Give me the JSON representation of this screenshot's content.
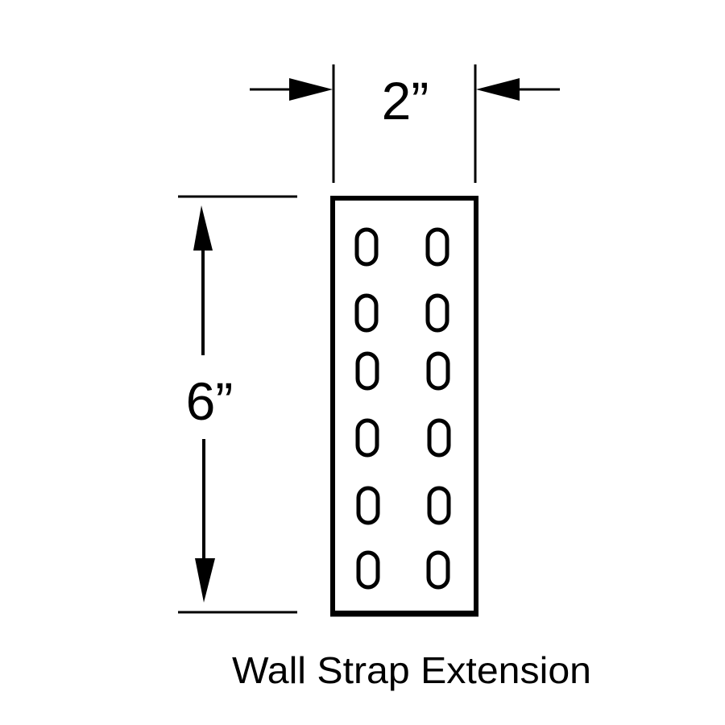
{
  "diagram": {
    "title": "Wall Strap Extension",
    "colors": {
      "stroke": "#000000",
      "background": "#ffffff"
    },
    "width_dimension": {
      "label": "2”",
      "value_inches": 2
    },
    "height_dimension": {
      "label": "6”",
      "value_inches": 6
    },
    "plate": {
      "shape": "rectangle",
      "hole_columns": 2,
      "hole_rows": 6,
      "hole_shape": "slot",
      "hole_count": 12
    }
  }
}
